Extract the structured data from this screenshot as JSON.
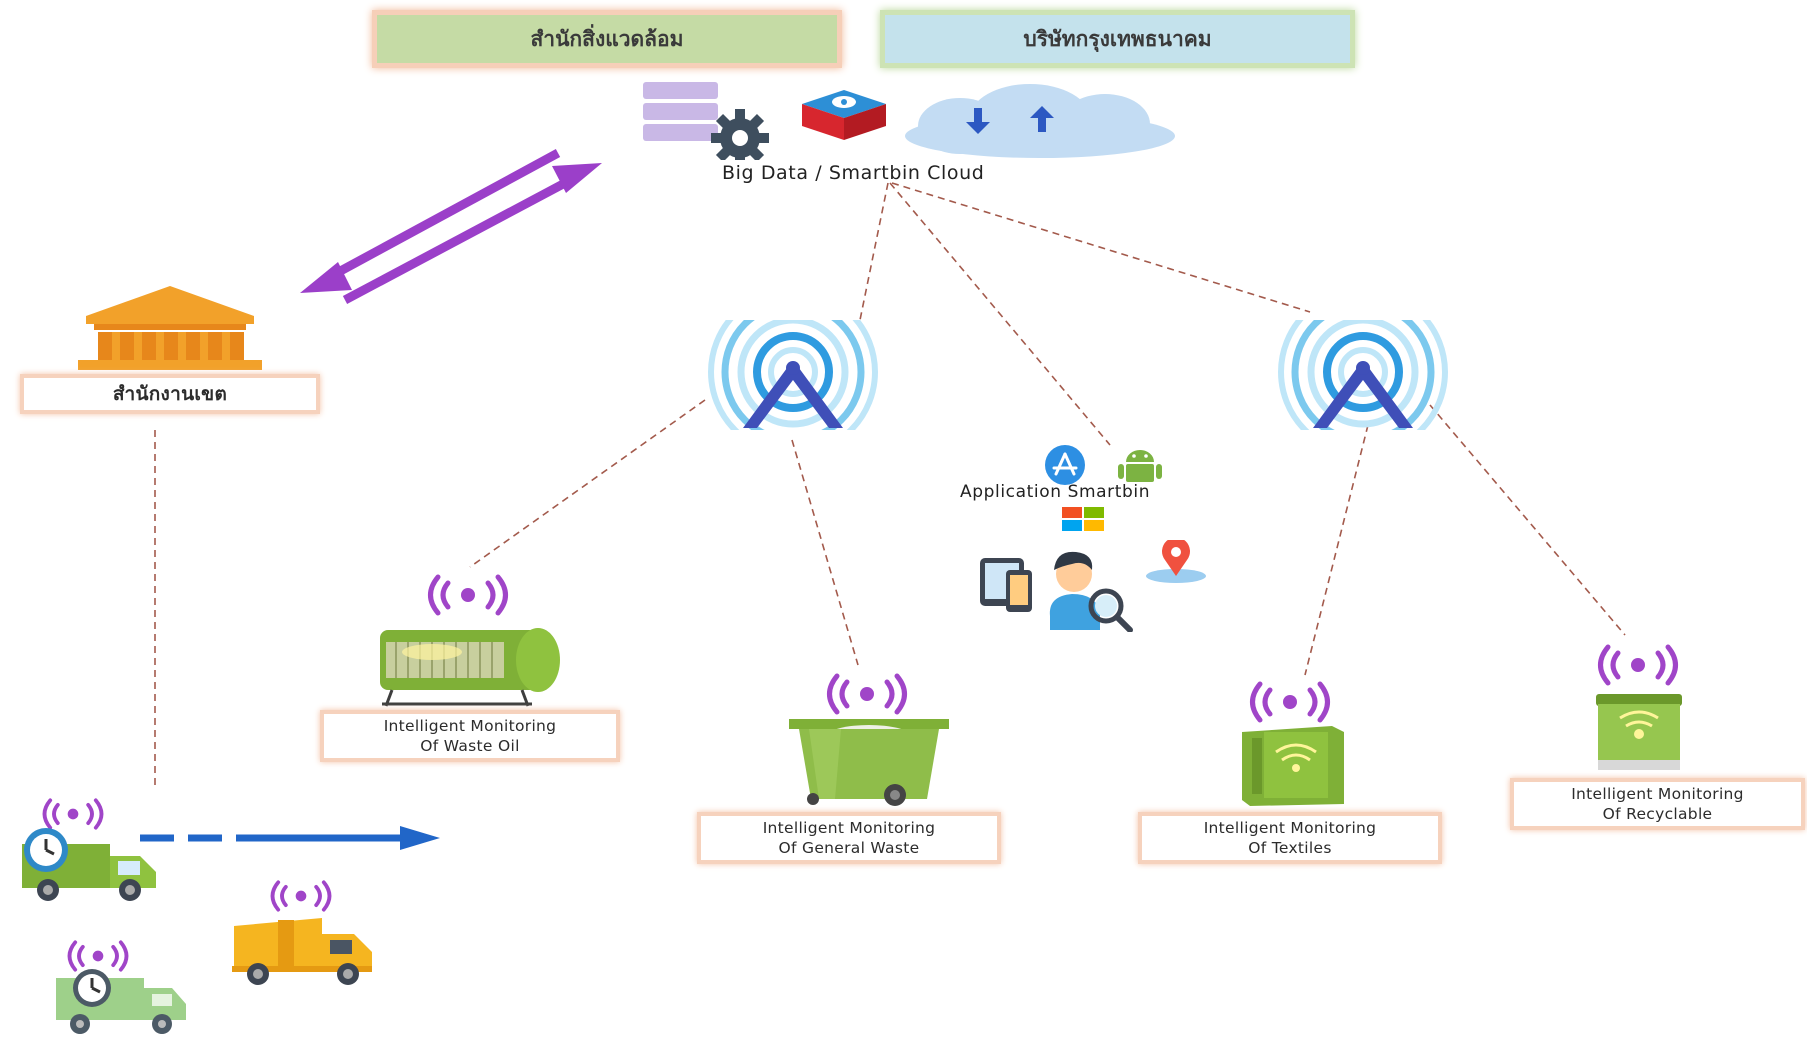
{
  "header": {
    "left_label": "สำนักสิ่งแวดล้อม",
    "right_label": "บริษัทกรุงเทพธนาคม"
  },
  "cloud": {
    "label": "Big Data / Smartbin Cloud"
  },
  "district_office": {
    "label": "สำนักงานเขต"
  },
  "application": {
    "label": "Application Smartbin"
  },
  "monitors": {
    "waste_oil": {
      "line1": "Intelligent Monitoring",
      "line2": "Of Waste Oil"
    },
    "general_waste": {
      "line1": "Intelligent Monitoring",
      "line2": "Of General Waste"
    },
    "textiles": {
      "line1": "Intelligent Monitoring",
      "line2": "Of Textiles"
    },
    "recyclable": {
      "line1": "Intelligent Monitoring",
      "line2": "Of Recyclable"
    }
  },
  "colors": {
    "header_left_bg": "#c5dba5",
    "header_right_bg": "#c4e2ec",
    "label_border": "#f6d2bd",
    "arrow_purple": "#9b3fc9",
    "tower_blue": "#3f4fb8",
    "signal_purple": "#a045c8",
    "dashed_line": "#a35a4c",
    "truck_arrow": "#2166c8"
  },
  "icons": [
    "database-server-icon",
    "settings-gear-icon",
    "storage-box-icon",
    "cloud-sync-icon",
    "government-building-icon",
    "antenna-tower-icon",
    "app-store-icon",
    "android-icon",
    "windows-icon",
    "user-search-icon",
    "location-pin-icon",
    "signal-icon",
    "oil-tank-icon",
    "garbage-bin-icon",
    "textile-bin-icon",
    "recycle-bin-icon",
    "garbage-truck-icon",
    "clock-icon"
  ]
}
